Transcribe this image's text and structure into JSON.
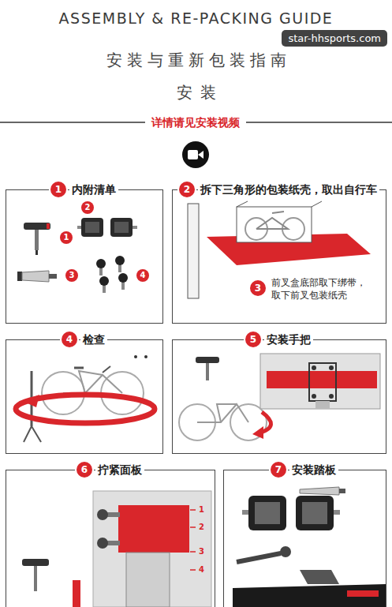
{
  "diagram": {
    "title": "ASSEMBLY & RE-PACKING GUIDE",
    "nodes": [
      {
        "text": [
          "内附清单"
        ]
      },
      {
        "text": [
          "1"
        ],
        "in": 0
      },
      {
        "text": [
          "1"
        ],
        "in": 0
      },
      {
        "text": [
          "2"
        ],
        "in": 0
      },
      {
        "text": [
          "3"
        ],
        "in": 0
      },
      {
        "text": [
          "4"
        ],
        "in": 0
      },
      {
        "text": [
          "拆下三角形的包装纸壳，取出自行车"
        ]
      },
      {
        "text": [
          "2"
        ],
        "in": 6
      },
      {
        "text": [
          "3"
        ],
        "in": 6
      },
      {
        "text": [
          "检查"
        ]
      },
      {
        "text": [
          "4"
        ],
        "in": 9
      },
      {
        "text": [
          "安装手把"
        ]
      },
      {
        "text": [
          "5"
        ],
        "in": 11
      },
      {
        "text": [
          "拧紧面板"
        ]
      },
      {
        "text": [
          "6"
        ],
        "in": 13
      },
      {
        "text": [
          "安装踏板"
        ]
      },
      {
        "text": [
          "7"
        ],
        "in": 15
      }
    ],
    "labels": [
      "安装与重新包装指南",
      "star-hhsports.com",
      "安装",
      "详情请见安装视频",
      "前叉盒底部取下绑带， 取下前叉包装纸壳",
      "1",
      "2",
      "3",
      "4"
    ]
  }
}
